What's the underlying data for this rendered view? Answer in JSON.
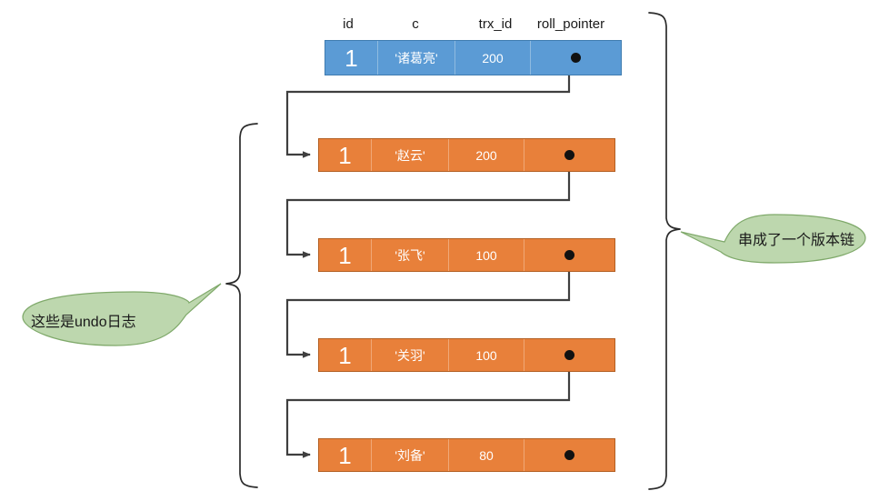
{
  "diagram": {
    "title": "MVCC undo log version chain",
    "colors": {
      "current_row_fill": "#5B9BD5",
      "current_row_stroke": "#3F7CB0",
      "undo_row_fill": "#E8803A",
      "undo_row_stroke": "#B35F22",
      "callout_fill": "#BDD7AE",
      "callout_stroke": "#7FA96A",
      "connector": "#3F3F3F",
      "brace": "#2B2B2B",
      "text_on_row": "#FFFFFF",
      "text": "#1A1A1A"
    }
  },
  "columns": [
    {
      "key": "id",
      "label": "id"
    },
    {
      "key": "c",
      "label": "c"
    },
    {
      "key": "trx_id",
      "label": "trx_id"
    },
    {
      "key": "roll_pointer",
      "label": "roll_pointer"
    }
  ],
  "current_row": {
    "kind": "current-record",
    "id": "1",
    "c": "'诸葛亮'",
    "trx_id": "200",
    "roll_pointer": "pointer-dot"
  },
  "undo_rows": [
    {
      "kind": "undo-log",
      "id": "1",
      "c": "'赵云'",
      "trx_id": "200",
      "roll_pointer": "pointer-dot"
    },
    {
      "kind": "undo-log",
      "id": "1",
      "c": "'张飞'",
      "trx_id": "100",
      "roll_pointer": "pointer-dot"
    },
    {
      "kind": "undo-log",
      "id": "1",
      "c": "'关羽'",
      "trx_id": "100",
      "roll_pointer": "pointer-dot"
    },
    {
      "kind": "undo-log",
      "id": "1",
      "c": "'刘备'",
      "trx_id": "80",
      "roll_pointer": "pointer-dot"
    }
  ],
  "callouts": {
    "left": {
      "text": "这些是undo日志",
      "points_to": "undo-log-group-brace"
    },
    "right": {
      "text": "串成了一个版本链",
      "points_to": "version-chain-brace"
    }
  },
  "braces": {
    "left": {
      "label": "undo-log-group-brace",
      "spans_rows": [
        1,
        2,
        3,
        4
      ]
    },
    "right": {
      "label": "version-chain-brace",
      "spans_rows": [
        0,
        1,
        2,
        3,
        4
      ]
    }
  }
}
